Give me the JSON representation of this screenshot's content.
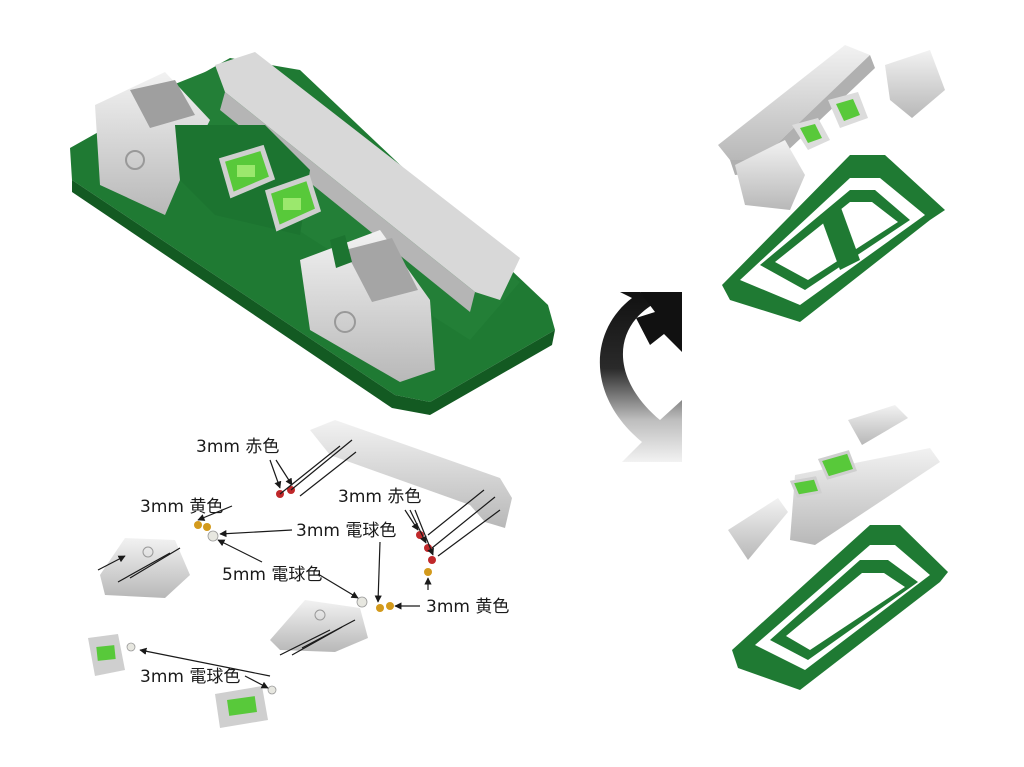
{
  "colors": {
    "shell_green": "#1f7a33",
    "shell_green_dark": "#135a22",
    "lens_green": "#58c93a",
    "lens_green_light": "#9be86d",
    "grey_light": "#e6e6e6",
    "grey_mid": "#c4c4c4",
    "grey_dark": "#8f8f8f",
    "bulb_red": "#c0282a",
    "bulb_yellow": "#d39a1c",
    "bulb_clear": "#e7e7e0"
  },
  "icons": {
    "assembled_lightbar": "green-lightbar-assembled-icon",
    "exploded_top": "lightbar-exploded-view-top-icon",
    "exploded_bottom": "lightbar-exploded-view-bottom-icon",
    "rotate_arrow": "rotate-arrow-icon"
  },
  "labels": {
    "red_top": "3mm 赤色",
    "yellow_left": "3mm 黄色",
    "bulb_mid": "3mm 電球色",
    "red_right": "3mm 赤色",
    "bulb5": "5mm 電球色",
    "yellow_right": "3mm 黄色",
    "bulb_bottom": "3mm 電球色"
  }
}
